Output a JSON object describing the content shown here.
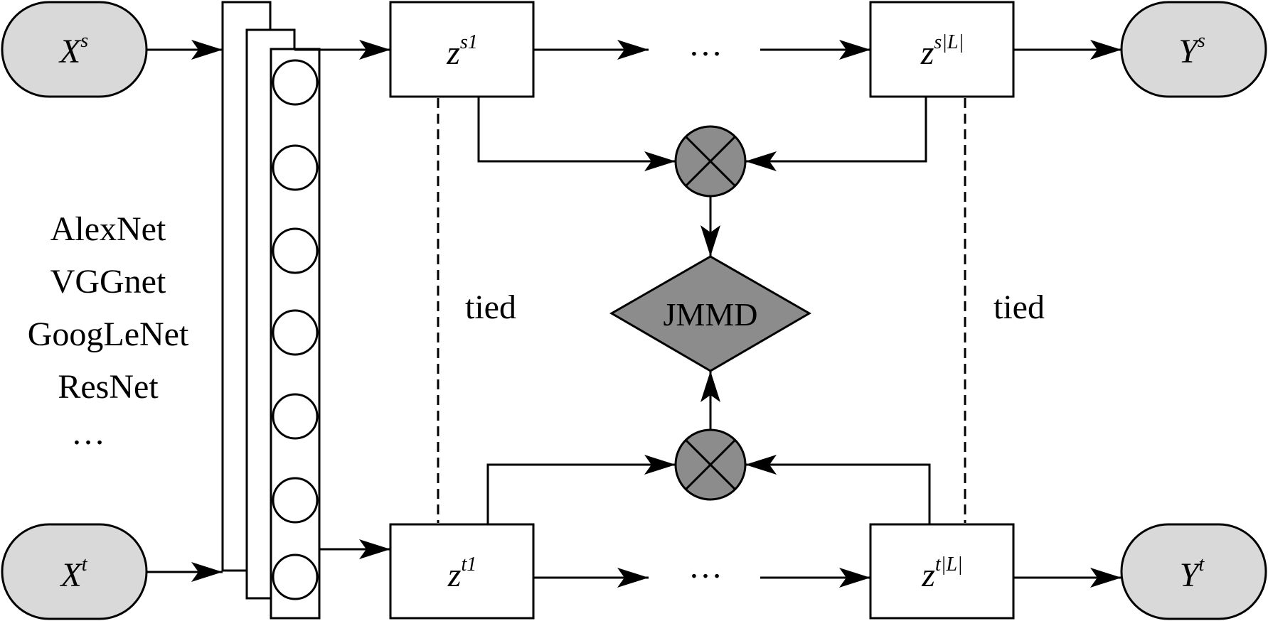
{
  "colors": {
    "stroke": "#000000",
    "terminal_fill": "#d9d9d9",
    "operator_fill": "#8c8c8c",
    "jmmd_fill": "#8c8c8c",
    "box_fill": "#ffffff"
  },
  "nodes": {
    "xs": {
      "base": "X",
      "sup": "s"
    },
    "xt": {
      "base": "X",
      "sup": "t"
    },
    "ys": {
      "base": "Y",
      "sup": "s"
    },
    "yt": {
      "base": "Y",
      "sup": "t"
    },
    "zs1": {
      "base": "z",
      "sup": "s1"
    },
    "zt1": {
      "base": "z",
      "sup": "t1"
    },
    "zsL": {
      "base": "z",
      "sup": "s|L|"
    },
    "ztL": {
      "base": "z",
      "sup": "t|L|"
    }
  },
  "ellipsis_top": "…",
  "ellipsis_bottom": "…",
  "networks": [
    "AlexNet",
    "VGGnet",
    "GoogLeNet",
    "ResNet",
    "…"
  ],
  "tied_left": "tied",
  "tied_right": "tied",
  "jmmd_label": "JMMD",
  "operator_icon": "circle-times-icon"
}
